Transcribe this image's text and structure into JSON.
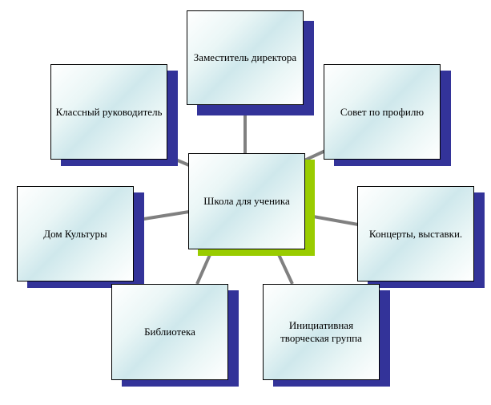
{
  "center": {
    "label": "Школа для  ученика",
    "shadow_color": "#99cc00"
  },
  "nodes": {
    "deputy_director": {
      "label": "Заместитель  директора"
    },
    "class_teacher": {
      "label": "Классный руководитель"
    },
    "profile_council": {
      "label": "Совет по профилю"
    },
    "house_of_culture": {
      "label": "Дом Культуры"
    },
    "concerts_exhibitions": {
      "label": "Концерты, выставки."
    },
    "library": {
      "label": "Библиотека"
    },
    "creative_group": {
      "label": "Инициативная\nтворческая группа"
    }
  },
  "colors": {
    "node_shadow": "#333399",
    "connector": "#808080",
    "border": "#000000"
  }
}
